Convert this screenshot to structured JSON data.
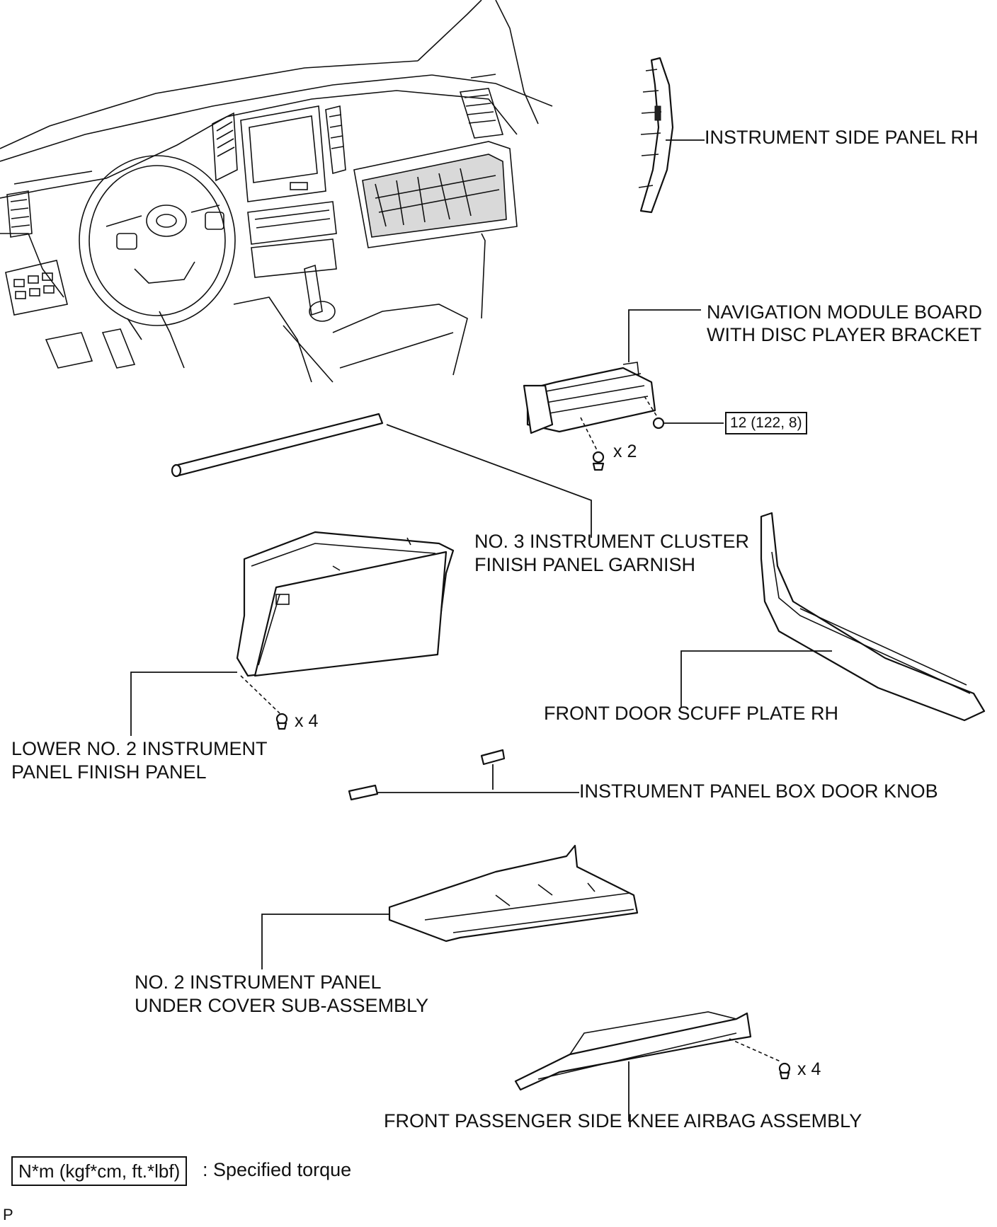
{
  "labels": {
    "side_panel_rh": "INSTRUMENT SIDE PANEL RH",
    "nav_module_line1": "NAVIGATION MODULE BOARD",
    "nav_module_line2": "WITH DISC PLAYER BRACKET",
    "garnish_line1": "NO. 3 INSTRUMENT CLUSTER",
    "garnish_line2": "FINISH PANEL GARNISH",
    "scuff_plate": "FRONT DOOR SCUFF PLATE RH",
    "lower_finish_line1": "LOWER NO. 2 INSTRUMENT",
    "lower_finish_line2": "PANEL FINISH PANEL",
    "door_knob": "INSTRUMENT PANEL BOX DOOR KNOB",
    "under_cover_line1": "NO. 2 INSTRUMENT PANEL",
    "under_cover_line2": "UNDER COVER SUB-ASSEMBLY",
    "knee_airbag": "FRONT PASSENGER SIDE KNEE AIRBAG ASSEMBLY"
  },
  "fasteners": {
    "nav_bolts_qty": "x 2",
    "lower_finish_bolts_qty": "x 4",
    "airbag_bolts_qty": "x 4"
  },
  "torque": {
    "nav_nut": "12 (122, 8)"
  },
  "legend": {
    "box_text": "N*m (kgf*cm, ft.*lbf)",
    "description": ": Specified torque"
  },
  "footer": {
    "code": "P"
  }
}
